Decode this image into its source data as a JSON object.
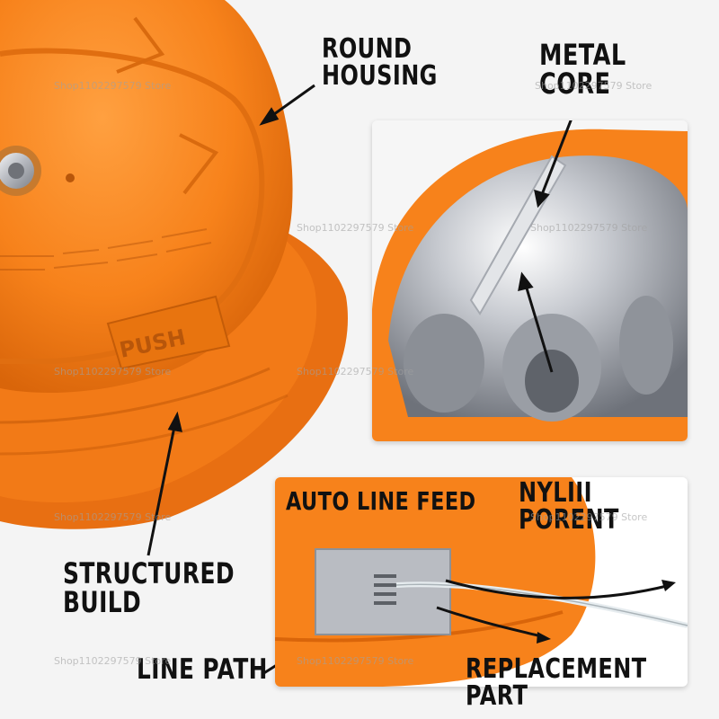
{
  "colors": {
    "housing_orange": "#f7821b",
    "housing_shadow": "#d9650a",
    "metal": "#c9ccd1",
    "background": "#f4f4f4",
    "text": "#111111"
  },
  "labels": {
    "round_housing_line1": "ROUND",
    "round_housing_line2": "HOUSING",
    "metal_core": "METAL CORE",
    "structured_build_line1": "STRUCTURED",
    "structured_build_line2": "BUILD",
    "line_path": "LINE PATH",
    "auto_line_feed": "AUTO LINE FEED",
    "nylon_porent": "NYLIII PORENT",
    "replacement_part": "REPLACEMENT PART"
  },
  "product_marks": {
    "push_text": "PUSH"
  },
  "watermark": "Shop1102297579 Store"
}
